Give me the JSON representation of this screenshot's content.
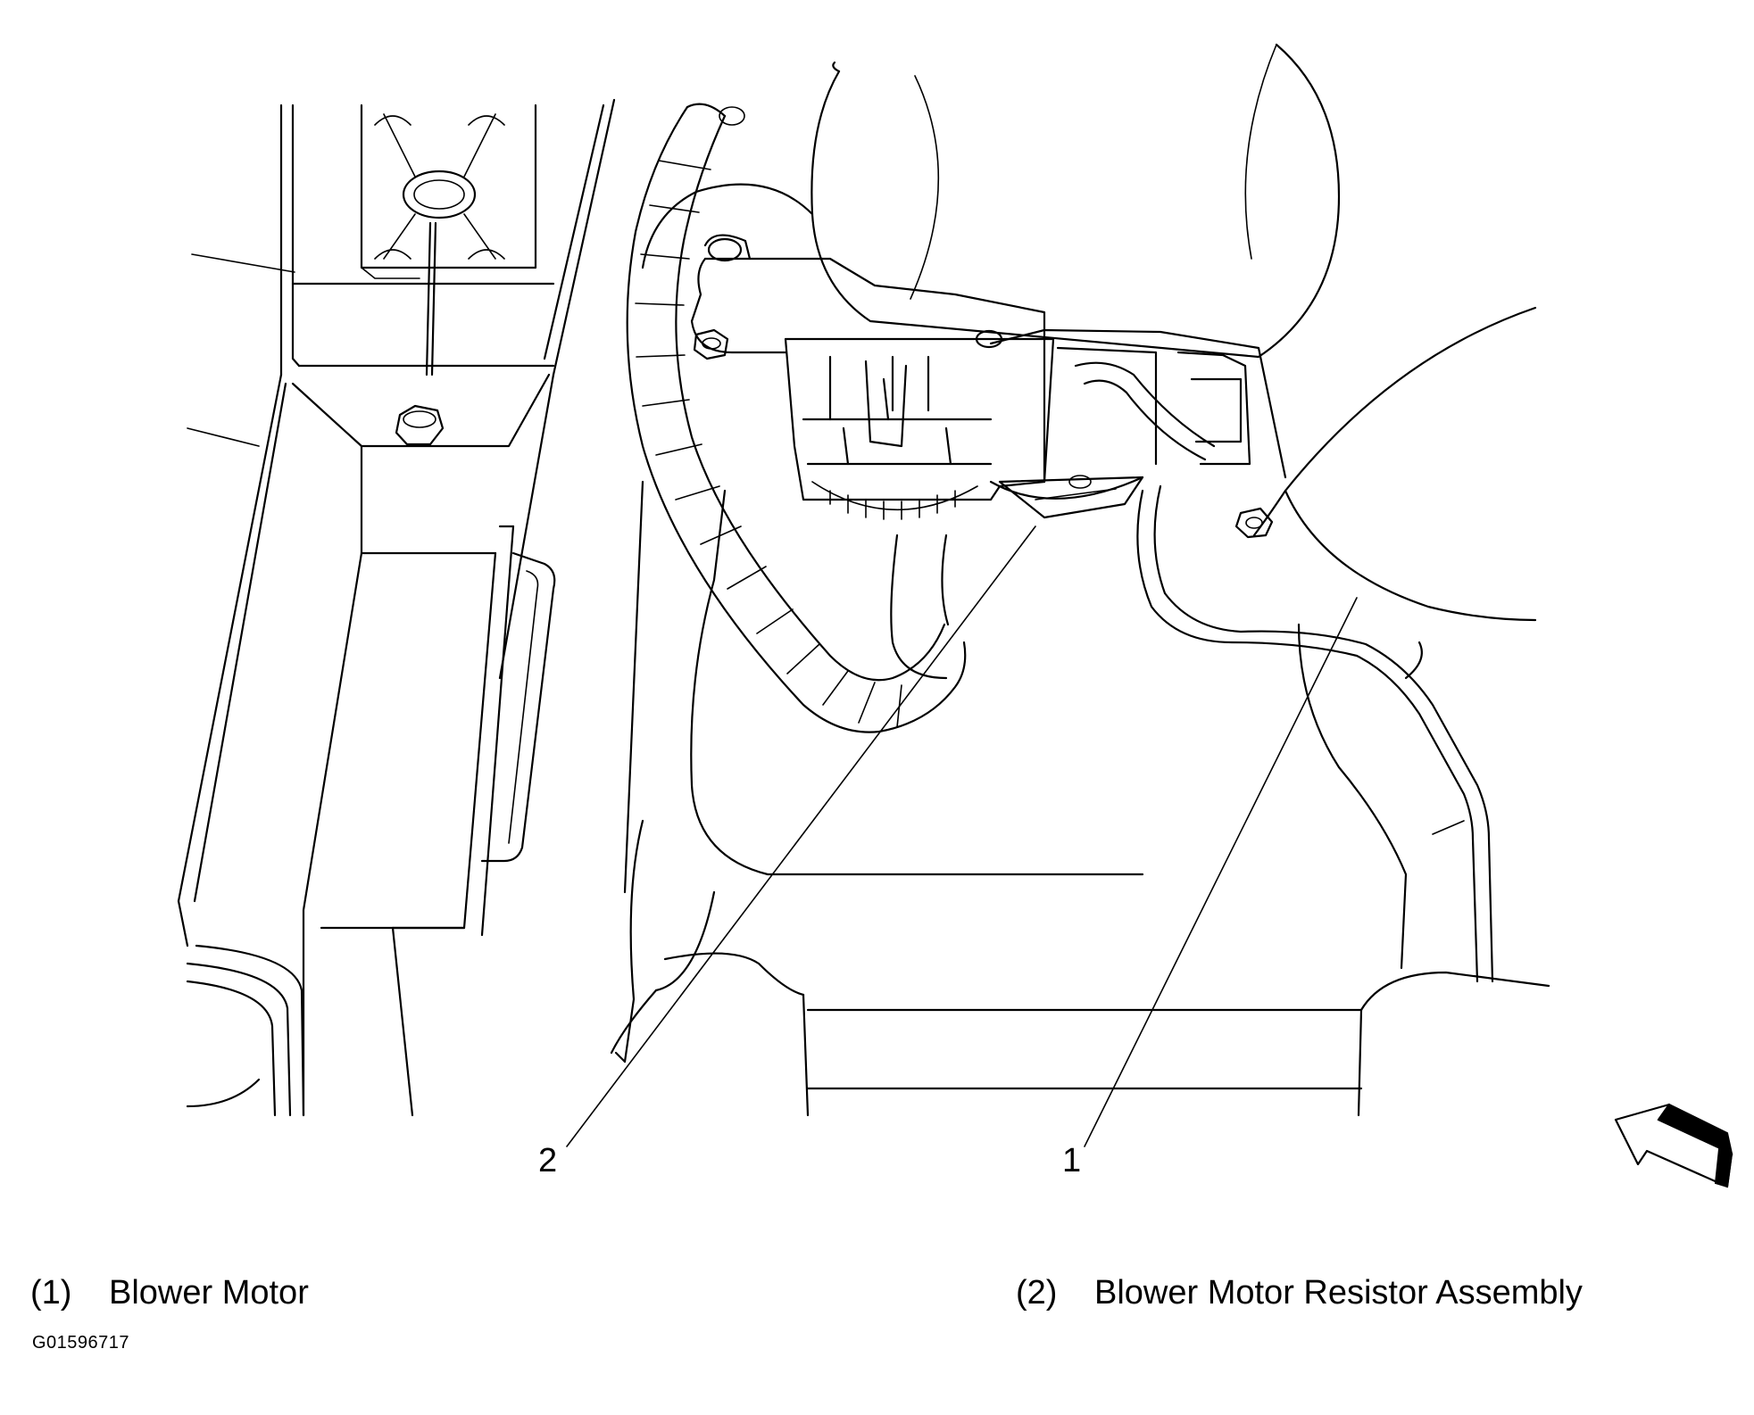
{
  "callouts": [
    {
      "number": "1"
    },
    {
      "number": "2"
    }
  ],
  "legend": [
    {
      "number": "(1)",
      "label": "Blower Motor"
    },
    {
      "number": "(2)",
      "label": "Blower Motor Resistor Assembly"
    }
  ],
  "figure_id": "G01596717"
}
